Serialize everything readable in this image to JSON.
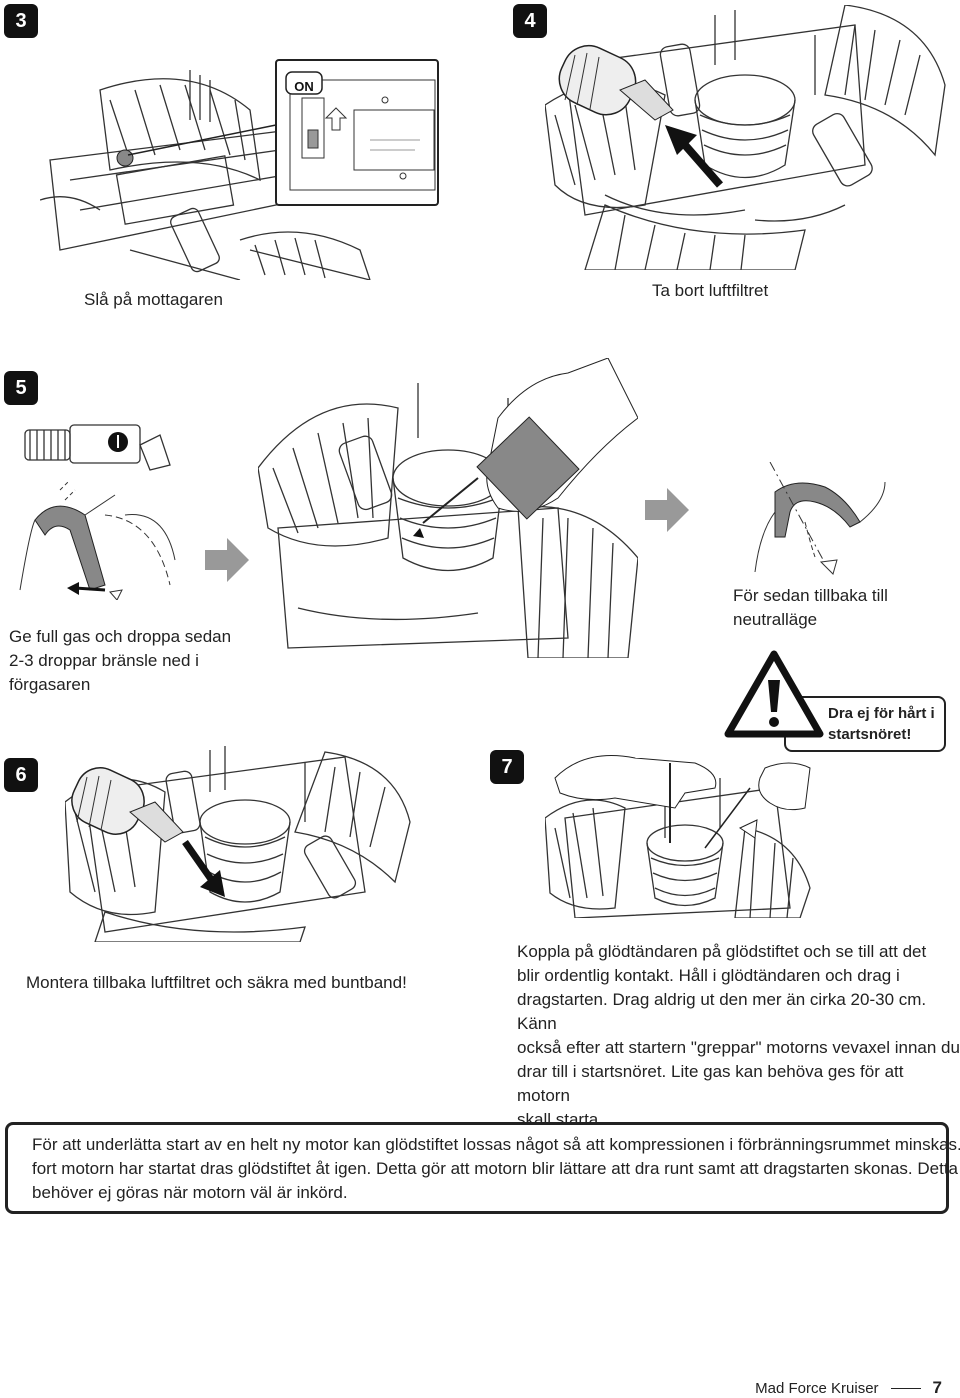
{
  "steps": {
    "s3": {
      "number": "3",
      "caption": "Slå på mottagaren",
      "switch_label": "ON"
    },
    "s4": {
      "number": "4",
      "caption": "Ta bort luftfiltret"
    },
    "s5": {
      "number": "5",
      "caption_left": [
        "Ge full gas och droppa sedan",
        "2-3 droppar bränsle ned i",
        "förgasaren"
      ],
      "caption_right": [
        "För sedan tillbaka till",
        "neutralläge"
      ]
    },
    "s6": {
      "number": "6",
      "caption": "Montera tillbaka luftfiltret och säkra med buntband!"
    },
    "s7": {
      "number": "7",
      "text": [
        "Koppla på glödtändaren på glödstiftet och se till att det",
        "blir ordentlig kontakt. Håll i glödtändaren och drag i",
        "dragstarten. Drag aldrig ut den mer än cirka 20-30 cm. Känn",
        "också efter att startern \"greppar\" motorns vevaxel innan du",
        "drar till i startsnöret. Lite gas kan behöva ges för att motorn",
        "skall starta."
      ]
    }
  },
  "warning": {
    "lines": [
      "Dra ej för hårt i",
      "startsnöret!"
    ]
  },
  "note": [
    "För att underlätta start av en helt ny motor kan glödstiftet lossas något så att kompressionen i förbränningsrummet minskas. Så",
    "fort motorn har startat dras glödstiftet åt igen. Detta gör att motorn blir lättare att dra runt samt att dragstarten skonas. Detta",
    "behöver ej göras när motorn väl är inkörd."
  ],
  "footer": {
    "title": "Mad Force Kruiser",
    "page": "7"
  },
  "icons": [
    "warning-triangle-icon",
    "arrow-right-icon"
  ]
}
